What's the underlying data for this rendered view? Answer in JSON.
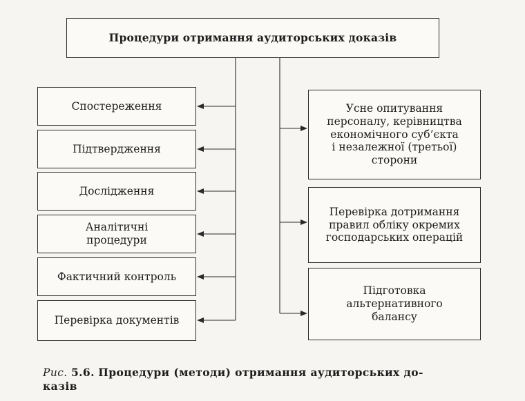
{
  "diagram": {
    "top_label": "Процедури отримання аудиторських доказів",
    "left_items": [
      "Спостереження",
      "Підтвердження",
      "Дослідження",
      "Аналітичні\nпроцедури",
      "Фактичний контроль",
      "Перевірка документів"
    ],
    "right_items": [
      "Усне опитування\nперсоналу, керівництва\nекономічного суб’єкта\nі незалежної (третьої)\nсторони",
      "Перевірка дотримання\nправил обліку окремих\nгосподарських операцій",
      "Підготовка\nальтернативного\nбалансу"
    ]
  },
  "caption": {
    "figure_label": "Рис.",
    "figure_number": "5.6.",
    "title": "Процедури (методи) отримання аудиторських до-\nказів"
  }
}
